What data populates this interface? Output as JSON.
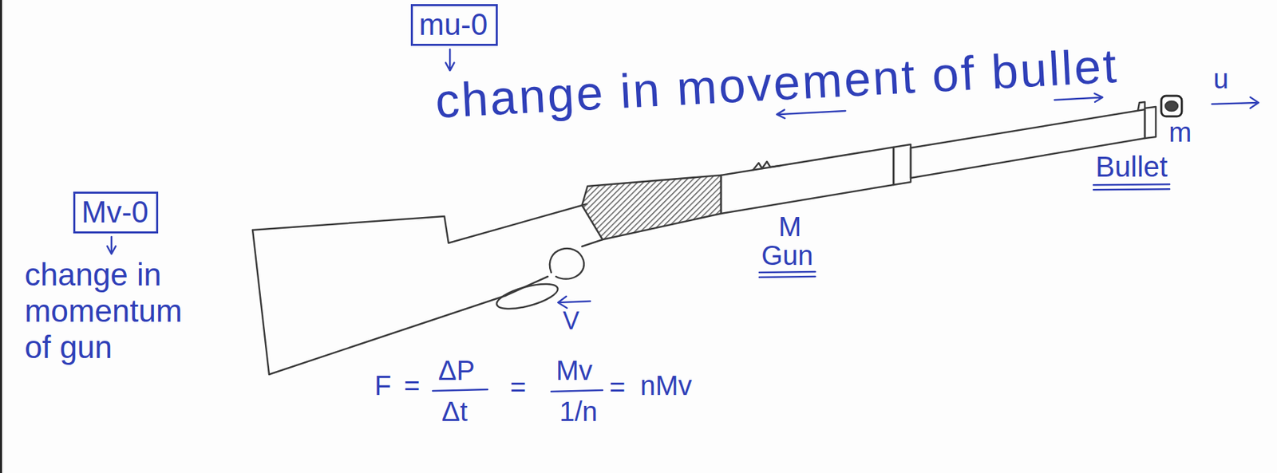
{
  "diagram": {
    "nodes": [
      {
        "text": [
          "mu-0"
        ]
      },
      {
        "text": [
          "Mv-0"
        ]
      }
    ],
    "labels": [
      "change in movement of bullet",
      "u",
      "m",
      "Bullet",
      "M",
      "Gun",
      "change in momentum of gun",
      "V",
      "F",
      "=",
      "ΔP",
      "Δt",
      "=",
      "Mv",
      "1/n",
      "=",
      "nMv"
    ]
  }
}
